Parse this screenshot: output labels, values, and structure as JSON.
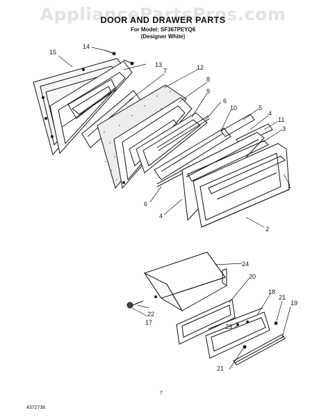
{
  "watermark": "AppliancePartsPros.com",
  "title": "DOOR AND DRAWER PARTS",
  "model": "For Model: SF367PEYQ6",
  "finish": "(Designer White)",
  "callouts": {
    "c15": "15",
    "c14": "14",
    "c13": "13",
    "c7": "7",
    "c12": "12",
    "c8": "8",
    "c9": "9",
    "c6a": "6",
    "c10": "10",
    "c5": "5",
    "c4a": "4",
    "c11": "11",
    "c3": "3",
    "c1": "1",
    "c6b": "6",
    "c4b": "4",
    "c2": "2",
    "c24": "24",
    "c20": "20",
    "c22": "22",
    "c17": "17",
    "c18": "18",
    "c21a": "21",
    "c19": "19",
    "c23": "23",
    "c21b": "21"
  },
  "footer": {
    "doc_number": "4372736",
    "page": "7"
  }
}
